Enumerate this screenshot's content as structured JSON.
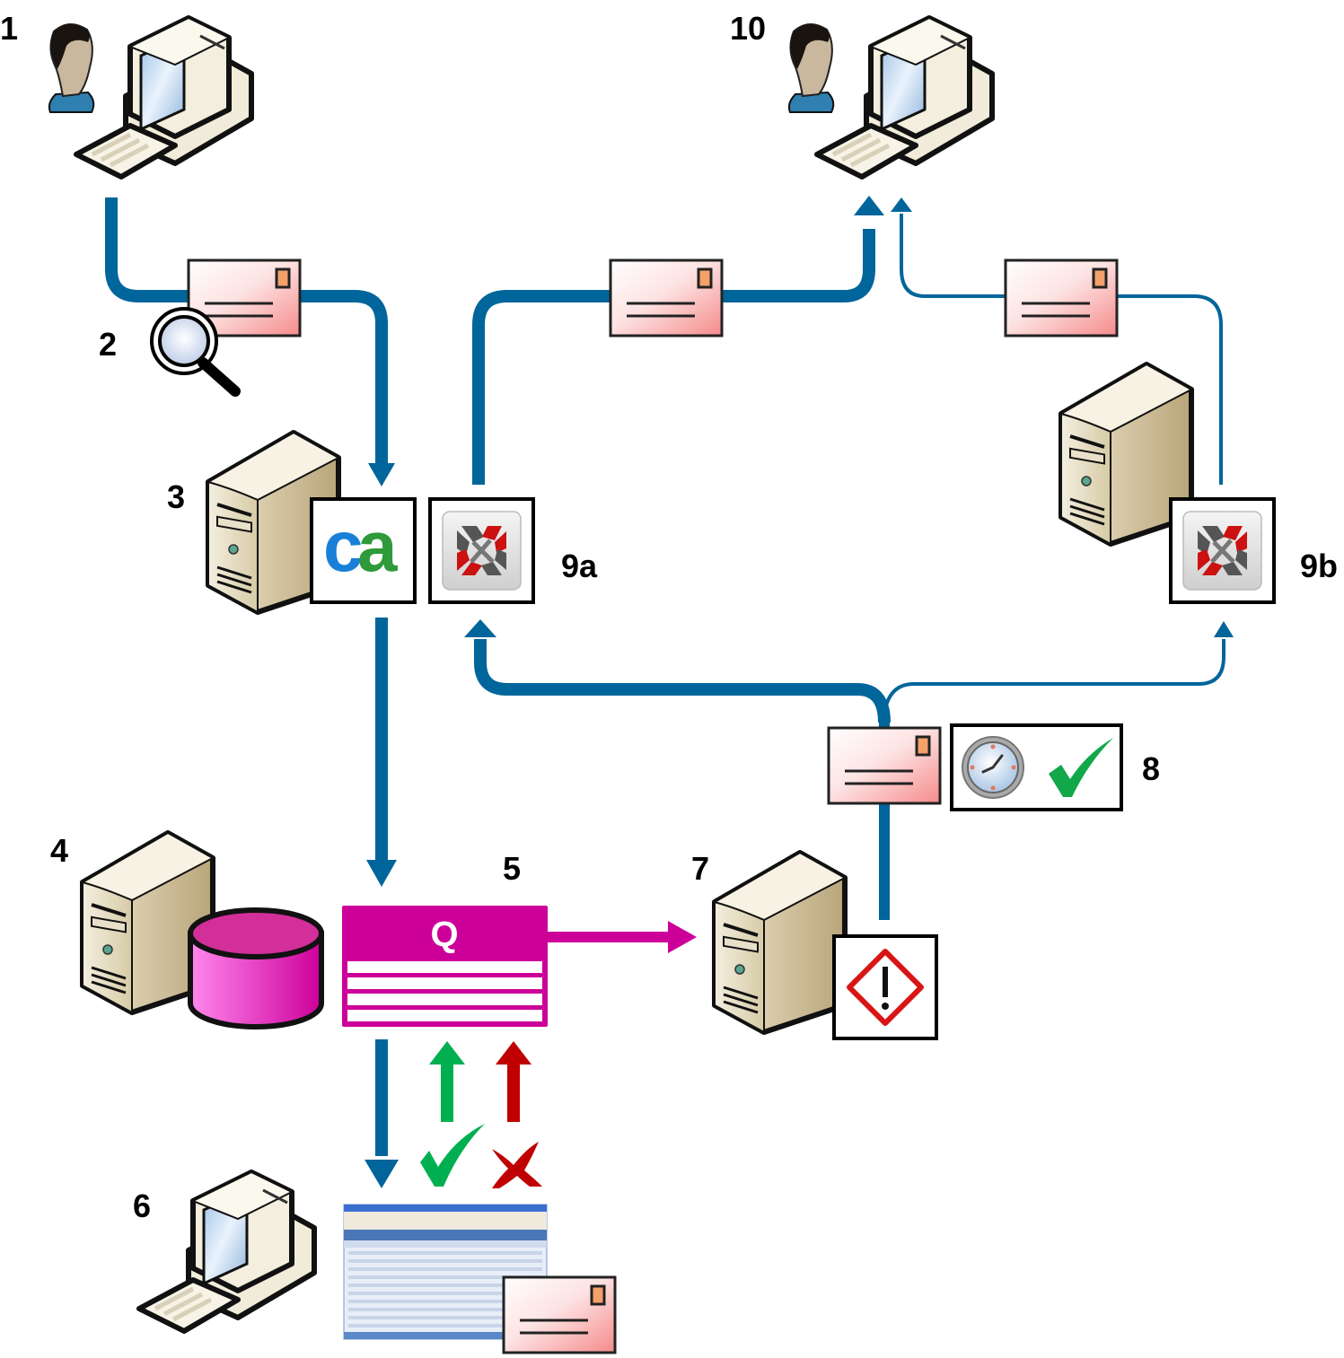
{
  "diagram": {
    "title": "Email approval workflow",
    "colors": {
      "flow": "#00659b",
      "queue": "#cc0099",
      "approve": "#00b050",
      "reject": "#c00000",
      "envelope_stroke": "#222222"
    },
    "steps": [
      {
        "id": "1",
        "label": "1",
        "name": "Sender workstation",
        "icon": "user-computer-icon"
      },
      {
        "id": "2",
        "label": "2",
        "name": "Message inspection",
        "icon": "magnifier-envelope-icon"
      },
      {
        "id": "3",
        "label": "3",
        "name": "CA server",
        "icon": "server-ca-icon"
      },
      {
        "id": "4",
        "label": "4",
        "name": "Database server",
        "icon": "server-database-icon"
      },
      {
        "id": "5",
        "label": "5",
        "name": "Queue",
        "icon": "queue-icon"
      },
      {
        "id": "6",
        "label": "6",
        "name": "Reviewer workstation",
        "icon": "computer-review-icon"
      },
      {
        "id": "7",
        "label": "7",
        "name": "Alert server",
        "icon": "server-warning-icon"
      },
      {
        "id": "8",
        "label": "8",
        "name": "Timed release / approved",
        "icon": "clock-check-icon"
      },
      {
        "id": "9a",
        "label": "9a",
        "name": "Exchange server A",
        "icon": "exchange-icon"
      },
      {
        "id": "9b",
        "label": "9b",
        "name": "Exchange server B",
        "icon": "exchange-icon"
      },
      {
        "id": "10",
        "label": "10",
        "name": "Recipient workstation",
        "icon": "user-computer-icon"
      }
    ],
    "queue": {
      "label": "Q",
      "rows": 4
    },
    "ca_logo": {
      "c": "c",
      "a": "a"
    }
  }
}
